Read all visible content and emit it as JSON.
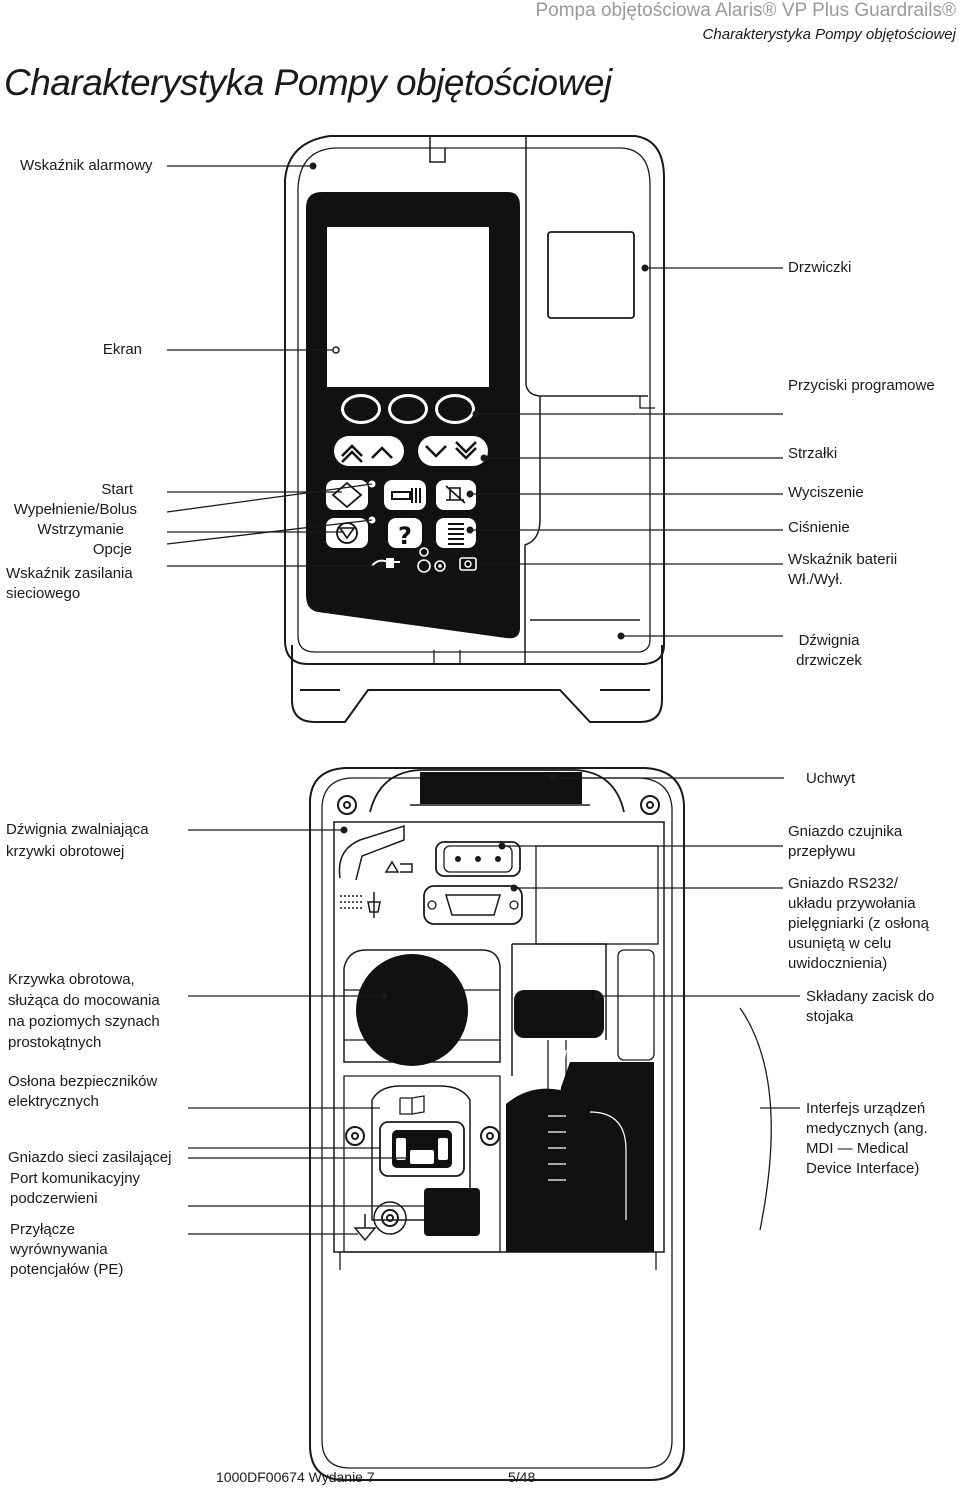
{
  "header": {
    "product": "Pompa objętościowa Alaris® VP Plus Guardrails®",
    "section": "Charakterystyka Pompy objętościowej"
  },
  "page_title": "Charakterystyka Pompy objętościowej",
  "front_labels": {
    "alarm": "Wskaźnik alarmowy",
    "door": "Drzwiczki",
    "screen": "Ekran",
    "softkeys": "Przyciski programowe",
    "arrows": "Strzałki",
    "start": "Start",
    "prime": "Wypełnienie/Bolus",
    "hold": "Wstrzymanie",
    "options": "Opcje",
    "mains_1": "Wskaźnik zasilania",
    "mains_2": "sieciowego",
    "silence": "Wyciszenie",
    "pressure": "Ciśnienie",
    "battery": "Wskaźnik baterii",
    "onoff": "Wł./Wył.",
    "lever_1": "Dźwignia",
    "lever_2": "drzwiczek"
  },
  "rear_labels": {
    "handle": "Uchwyt",
    "release_1": "Dźwignia zwalniająca",
    "release_2": "krzywki obrotowej",
    "flow_1": "Gniazdo czujnika",
    "flow_2": "przepływu",
    "rs232_1": "Gniazdo RS232/",
    "rs232_2": "układu przywołania",
    "rs232_3": "pielęgniarki (z osłoną",
    "rs232_4": "usuniętą w celu",
    "rs232_5": "uwidocznienia)",
    "cam_1": "Krzywka obrotowa,",
    "cam_2": "służąca do mocowania",
    "cam_3": "na poziomych szynach",
    "cam_4": "prostokątnych",
    "clamp_1": "Składany zacisk do",
    "clamp_2": "stojaka",
    "fuse_1": "Osłona bezpieczników",
    "fuse_2": "elektrycznych",
    "mdi_1": "Interfejs urządzeń",
    "mdi_2": "medycznych (ang.",
    "mdi_3": "MDI — Medical",
    "mdi_4": "Device Interface)",
    "power_socket": "Gniazdo sieci zasilającej",
    "irda_1": "Port komunikacyjny",
    "irda_2": "podczerwieni",
    "pe_1": "Przyłącze",
    "pe_2": "wyrównywania",
    "pe_3": "potencjałów (PE)"
  },
  "footer": {
    "doc_id": "1000DF00674 Wydanie 7",
    "page": "5/48"
  },
  "icons": [
    "start-icon",
    "prime-icon",
    "silence-icon",
    "hold-icon",
    "help-icon",
    "pressure-icon",
    "mains-plug-icon",
    "battery-icon",
    "power-icon",
    "earth-ground-icon",
    "rs232-icon",
    "nurse-call-icon",
    "flow-sensor-icon",
    "fuse-info-icon"
  ],
  "colors": {
    "ink": "#1a1a1a",
    "device_dark": "#111111",
    "header_gray": "#9a9a9a"
  }
}
